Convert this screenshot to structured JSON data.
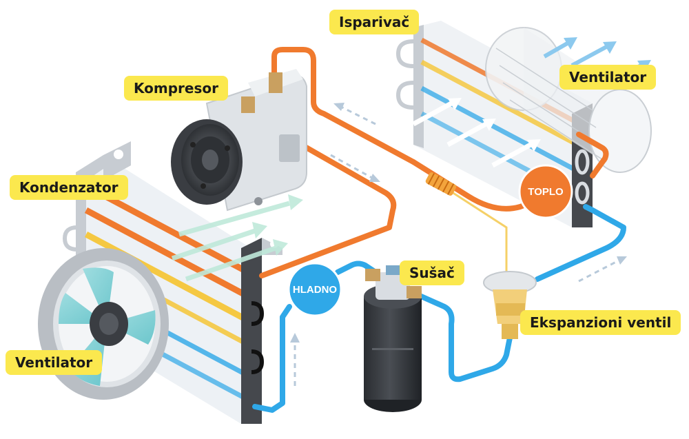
{
  "labels": {
    "isparivac": "Isparivač",
    "kompresor": "Kompresor",
    "ventilator_top": "Ventilator",
    "kondenzator": "Kondenzator",
    "susac": "Sušač",
    "ekspanzioni_ventil": "Ekspanzioni ventil",
    "ventilator_bottom": "Ventilator",
    "toplo": "TOPLO",
    "hladno": "HLADNO"
  },
  "colors": {
    "label_bg": "#fbe84e",
    "hot_pipe": "#f07a2e",
    "cold_pipe": "#2fa8e8",
    "toplo_bubble": "#f07a2e",
    "hladno_bubble": "#2fa8e8",
    "dark_metal": "#3a3d42",
    "light_metal": "#d9dde2"
  }
}
